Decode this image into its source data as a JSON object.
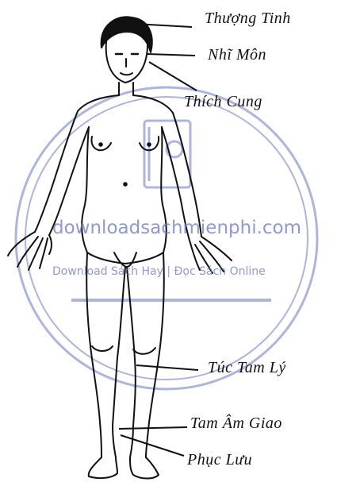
{
  "diagram": {
    "labels": {
      "thuong_tinh": "Thượng Tinh",
      "nhi_mon": "Nhĩ Môn",
      "thich_cung": "Thích Cung",
      "tuc_tam_ly": "Túc Tam Lý",
      "tam_am_giao": "Tam Âm Giao",
      "phuc_luu": "Phục Lưu"
    }
  },
  "watermark": {
    "site": "downloadsachmienphi.com",
    "tagline": "Download Sách Hay | Đọc Sách Online"
  },
  "colors": {
    "ink": "#111111",
    "watermark": "#6a78c0"
  }
}
